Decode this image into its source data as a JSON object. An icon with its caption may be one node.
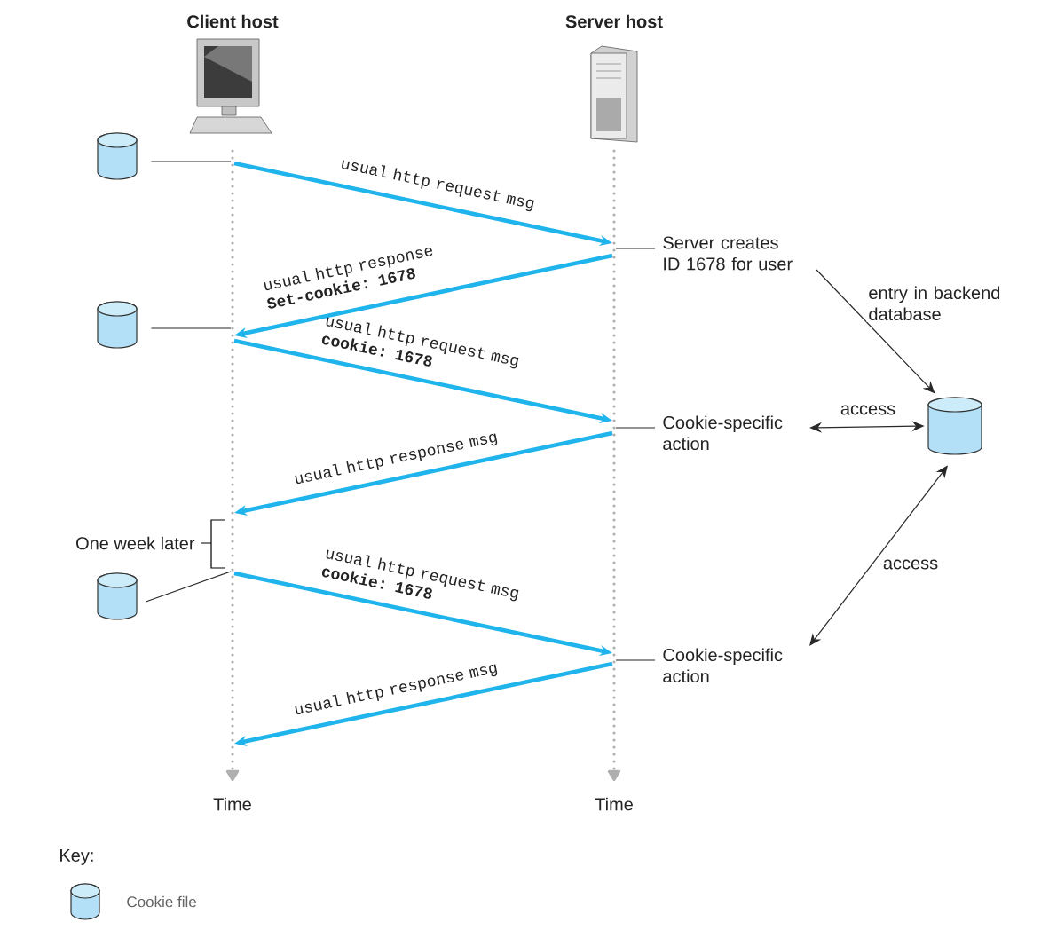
{
  "diagram": {
    "nodes": [
      {
        "text": [
          "Client host"
        ],
        "beside": [
          "Time"
        ]
      },
      {
        "text": [
          "Server host"
        ],
        "beside": [
          "Time"
        ]
      },
      {
        "text": [],
        "shape": "cylinder"
      },
      {
        "text": [],
        "shape": "cylinder"
      },
      {
        "text": [],
        "shape": "cylinder"
      },
      {
        "text": [
          "Server creates ID 1678 for user"
        ]
      },
      {
        "text": [
          "Cookie-specific action"
        ]
      },
      {
        "text": [
          "Cookie-specific action"
        ]
      },
      {
        "text": [],
        "shape": "cylinder"
      }
    ],
    "edges": [
      {
        "from": 0,
        "to": 1,
        "arrow": "to",
        "label": "usual http request msg",
        "style": "thick",
        "color": "#1fb4ec"
      },
      {
        "from": 1,
        "to": 0,
        "arrow": "to",
        "label": "usual http response **Set-cookie: 1678**",
        "style": "thick",
        "color": "#1fb4ec"
      },
      {
        "from": 0,
        "to": 1,
        "arrow": "to",
        "label": "usual http request msg **cookie: 1678**",
        "style": "thick",
        "color": "#1fb4ec"
      },
      {
        "from": 1,
        "to": 0,
        "arrow": "to",
        "label": "usual http response msg",
        "style": "thick",
        "color": "#1fb4ec"
      },
      {
        "from": 0,
        "to": 1,
        "arrow": "to",
        "label": "usual http request msg **cookie: 1678**",
        "style": "thick",
        "color": "#1fb4ec"
      },
      {
        "from": 1,
        "to": 0,
        "arrow": "to",
        "label": "usual http response msg",
        "style": "thick",
        "color": "#1fb4ec"
      },
      {
        "from": 2,
        "to": 0,
        "arrow": "none"
      },
      {
        "from": 3,
        "to": 0,
        "arrow": "none"
      },
      {
        "from": 4,
        "to": 0,
        "arrow": "none"
      },
      {
        "from": 5,
        "to": 1,
        "arrow": "none"
      },
      {
        "from": 6,
        "to": 1,
        "arrow": "none"
      },
      {
        "from": 7,
        "to": 1,
        "arrow": "none"
      },
      {
        "from": 5,
        "to": 8,
        "arrow": "to",
        "label": "entry in backend database"
      },
      {
        "from": 6,
        "to": 8,
        "arrow": "both",
        "label": "access"
      },
      {
        "from": 7,
        "to": 8,
        "arrow": "both",
        "label": "access"
      }
    ],
    "labels": [
      "One week later",
      "Key:"
    ],
    "legend": [
      {
        "text": "Cookie file"
      }
    ]
  }
}
